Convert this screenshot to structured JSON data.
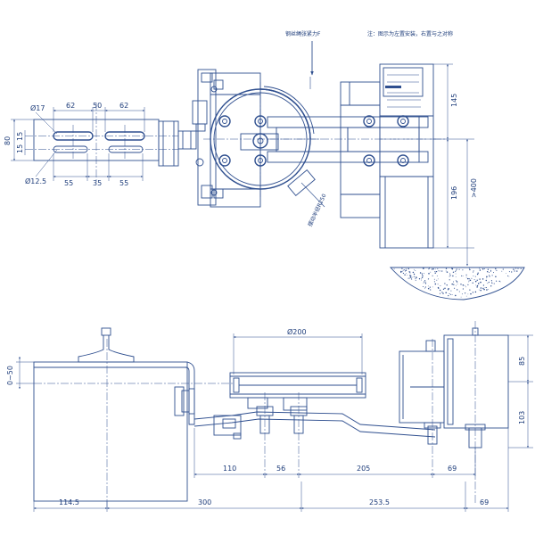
{
  "notes": {
    "rope_force": "钢丝绳张紧力F",
    "install_note": "注：图示为左置安装，右置与之对称",
    "swing_radius": "摆动半径R250"
  },
  "dims_top": {
    "d17": "Ø17",
    "d12_5": "Ø12.5",
    "w62a": "62",
    "w50": "50",
    "w62b": "62",
    "h80": "80",
    "h15a": "15",
    "h15b": "15",
    "w55a": "55",
    "w35": "35",
    "w55b": "55",
    "h145": "145",
    "h196": "196",
    "h400": ">400"
  },
  "dims_bottom": {
    "d200": "Ø200",
    "h0_50": "0~50",
    "w110": "110",
    "w56": "56",
    "w205": "205",
    "w69a": "69",
    "w114_5": "114.5",
    "w300": "300",
    "w253_5": "253.5",
    "w69b": "69",
    "h85": "85",
    "h103": "103"
  },
  "colors": {
    "line": "#2f4f8f",
    "text": "#1d3c7a",
    "background": "#ffffff"
  }
}
